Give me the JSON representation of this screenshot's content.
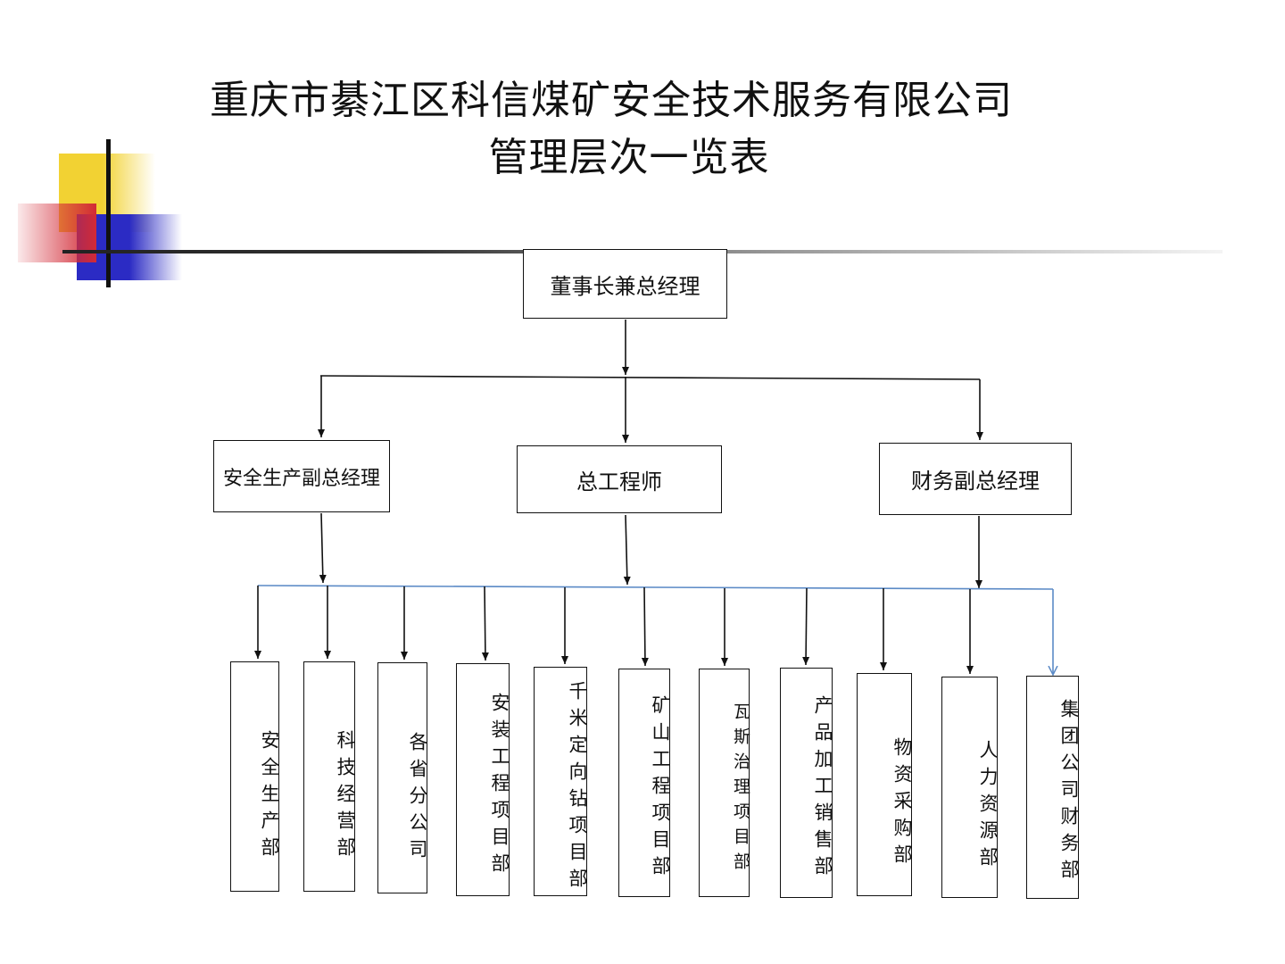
{
  "title": {
    "line1": "重庆市綦江区科信煤矿安全技术服务有限公司",
    "line2": "管理层次一览表"
  },
  "chart": {
    "top": "董事长兼总经理",
    "managers": [
      "安全生产副总经理",
      "总工程师",
      "财务副总经理"
    ],
    "departments": [
      "安全生产部",
      "科技经营部",
      "各省分公司",
      "安装工程项目部",
      "千米定向钻项目部",
      "矿山工程项目部",
      "瓦斯治理项目部",
      "产品加工销售部",
      "物资采购部",
      "人力资源部",
      "集团公司财务部"
    ]
  },
  "colors": {
    "line": "#111111",
    "dept_bus": "#5b8ac6",
    "deco_yellow": "#f2d233",
    "deco_blue": "#2b2bc4",
    "deco_red": "#d22a36"
  }
}
